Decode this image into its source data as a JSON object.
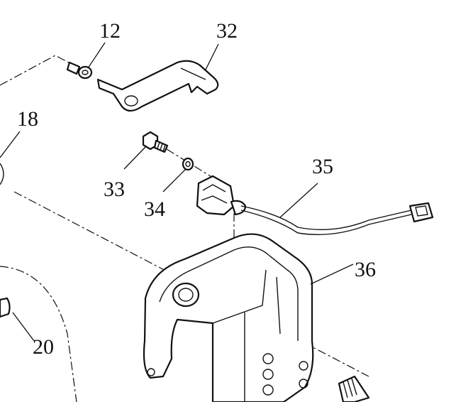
{
  "diagram": {
    "callouts": [
      {
        "id": "12",
        "part": "pin"
      },
      {
        "id": "32",
        "part": "lever"
      },
      {
        "id": "18",
        "part": "bolt"
      },
      {
        "id": "33",
        "part": "screw"
      },
      {
        "id": "34",
        "part": "washer"
      },
      {
        "id": "35",
        "part": "switch-with-wire"
      },
      {
        "id": "36",
        "part": "bracket"
      },
      {
        "id": "20",
        "part": "bushing"
      }
    ]
  }
}
